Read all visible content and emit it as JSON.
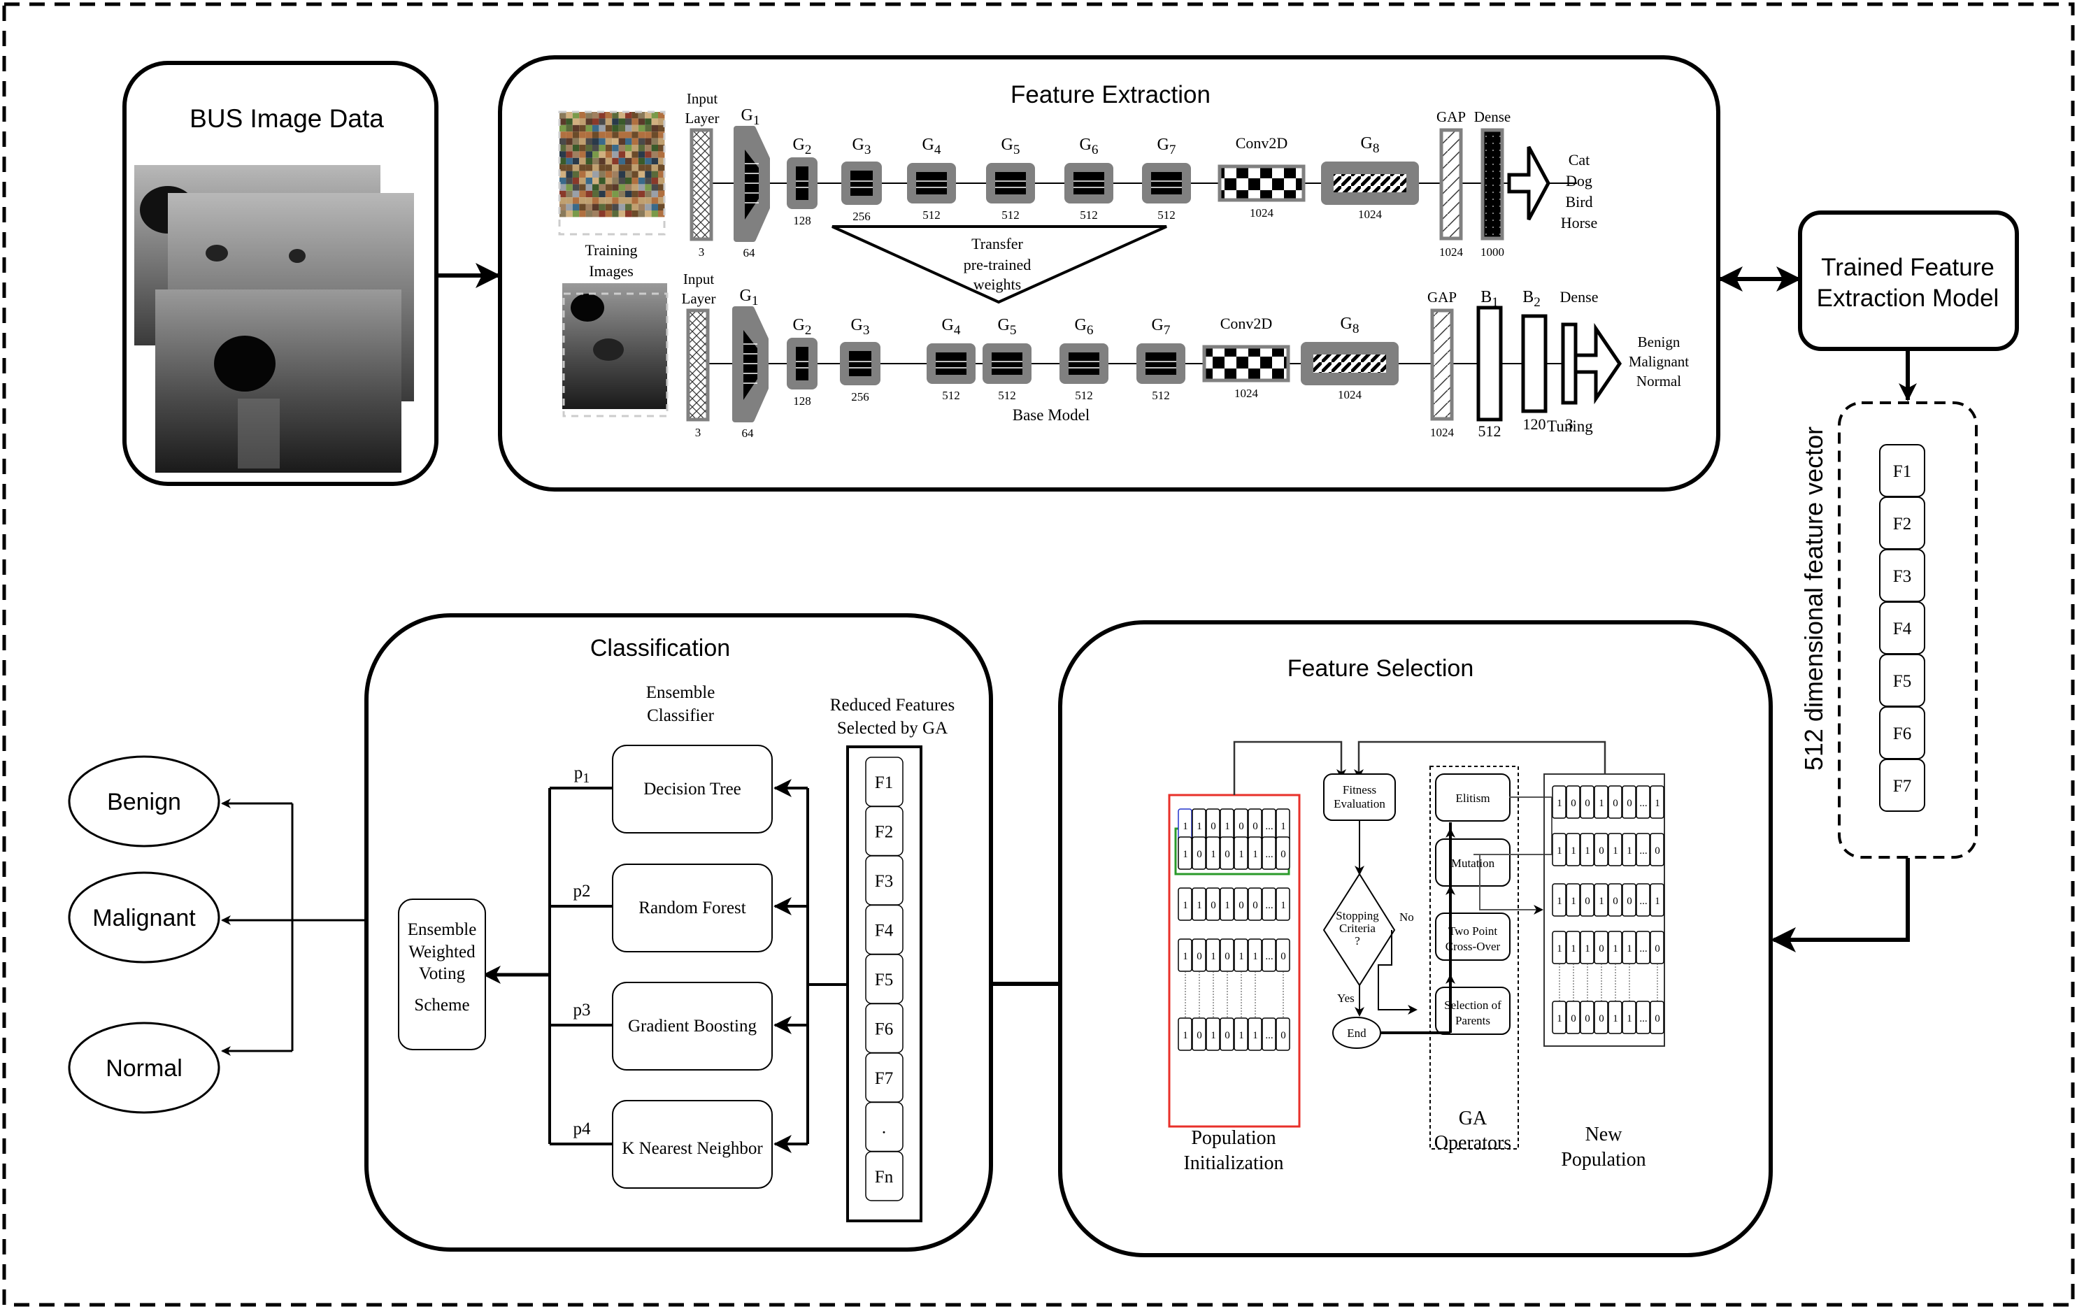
{
  "frame": {
    "style": "dashed-border"
  },
  "bus_block": {
    "title": "BUS Image Data",
    "image_alt": "stack of breast ultrasound images"
  },
  "feature_extraction": {
    "title": "Feature Extraction",
    "training_images_label": [
      "Training",
      "Images"
    ],
    "transfer_label": [
      "Transfer",
      "pre-trained",
      "weights"
    ],
    "base_model_label": "Base Model",
    "tuning_label": "Tuning",
    "top_row": {
      "input_label": [
        "Input",
        "Layer"
      ],
      "layers": [
        {
          "name": "G",
          "sub": "1",
          "size": "64"
        },
        {
          "name": "G",
          "sub": "2",
          "size": "128"
        },
        {
          "name": "G",
          "sub": "3",
          "size": "256"
        },
        {
          "name": "G",
          "sub": "4",
          "size": "512"
        },
        {
          "name": "G",
          "sub": "5",
          "size": "512"
        },
        {
          "name": "G",
          "sub": "6",
          "size": "512"
        },
        {
          "name": "G",
          "sub": "7",
          "size": "512"
        }
      ],
      "input_size": "3",
      "conv": {
        "name": "Conv2D",
        "size": "1024"
      },
      "g8": {
        "name": "G",
        "sub": "8",
        "size": "1024"
      },
      "gap": {
        "name": "GAP",
        "size": "1024"
      },
      "dense": {
        "name": "Dense",
        "size": "1000"
      },
      "outputs": [
        "Cat",
        "Dog",
        "Bird",
        "Horse"
      ]
    },
    "bottom_row": {
      "input_label": [
        "Input",
        "Layer"
      ],
      "layers": [
        {
          "name": "G",
          "sub": "1",
          "size": "64"
        },
        {
          "name": "G",
          "sub": "2",
          "size": "128"
        },
        {
          "name": "G",
          "sub": "3",
          "size": "256"
        },
        {
          "name": "G",
          "sub": "4",
          "size": "512"
        },
        {
          "name": "G",
          "sub": "5",
          "size": "512"
        },
        {
          "name": "G",
          "sub": "6",
          "size": "512"
        },
        {
          "name": "G",
          "sub": "7",
          "size": "512"
        }
      ],
      "input_size": "3",
      "conv": {
        "name": "Conv2D",
        "size": "1024"
      },
      "g8": {
        "name": "G",
        "sub": "8",
        "size": "1024"
      },
      "gap": {
        "name": "GAP",
        "size": "1024"
      },
      "b1": {
        "name": "B",
        "sub": "1",
        "size": "512"
      },
      "b2": {
        "name": "B",
        "sub": "2",
        "size": "120"
      },
      "dense": {
        "name": "Dense",
        "size": "3"
      },
      "outputs": [
        "Benign",
        "Malignant",
        "Normal"
      ]
    }
  },
  "trained_model": {
    "label": [
      "Trained Feature",
      "Extraction Model"
    ]
  },
  "feature_vector": {
    "label": "512 dimensional feature vector",
    "items": [
      "F1",
      "F2",
      "F3",
      "F4",
      "F5",
      "F6",
      "F7"
    ]
  },
  "feature_selection": {
    "title": "Feature Selection",
    "population_init_label": [
      "Population",
      "Initialization"
    ],
    "population_rows": [
      [
        "1",
        "1",
        "0",
        "1",
        "0",
        "0",
        "...",
        "1"
      ],
      [
        "1",
        "0",
        "1",
        "0",
        "1",
        "1",
        "...",
        "0"
      ],
      [
        "1",
        "1",
        "0",
        "1",
        "0",
        "0",
        "...",
        "1"
      ],
      [
        "1",
        "0",
        "1",
        "0",
        "1",
        "1",
        "...",
        "0"
      ],
      [
        "1",
        "0",
        "1",
        "0",
        "1",
        "1",
        "...",
        "0"
      ]
    ],
    "fitness_label": [
      "Fitness",
      "Evaluation"
    ],
    "stopping_label": [
      "Stopping",
      "Criteria",
      "?"
    ],
    "yes_label": "Yes",
    "no_label": "No",
    "end_label": "End",
    "ga_operators_label": [
      "GA",
      "Operators"
    ],
    "operators": [
      {
        "label": [
          "Elitism"
        ]
      },
      {
        "label": [
          "Mutation"
        ]
      },
      {
        "label": [
          "Two Point",
          "Cross-Over"
        ]
      },
      {
        "label": [
          "Selection of",
          "Parents"
        ]
      }
    ],
    "new_population_label": [
      "New",
      "Population"
    ],
    "new_population_rows": [
      [
        "1",
        "0",
        "0",
        "1",
        "0",
        "0",
        "...",
        "1"
      ],
      [
        "1",
        "1",
        "1",
        "0",
        "1",
        "1",
        "...",
        "0"
      ],
      [
        "1",
        "1",
        "0",
        "1",
        "0",
        "0",
        "...",
        "1"
      ],
      [
        "1",
        "1",
        "1",
        "0",
        "1",
        "1",
        "...",
        "0"
      ],
      [
        "1",
        "0",
        "0",
        "0",
        "1",
        "1",
        "...",
        "0"
      ]
    ],
    "highlight_colors": {
      "population_border": "#e8302a",
      "selected_row": "#2a9a2a",
      "selected_gene": "#2233cc"
    }
  },
  "classification": {
    "title": "Classification",
    "ensemble_classifier_label": [
      "Ensemble",
      "Classifier"
    ],
    "reduced_features_label": [
      "Reduced Features",
      "Selected by GA"
    ],
    "reduced_features": [
      "F1",
      "F2",
      "F3",
      "F4",
      "F5",
      "F6",
      "F7",
      ".",
      "Fn"
    ],
    "classifiers": [
      {
        "name": "Decision Tree",
        "weight": "p",
        "weight_sub": "1"
      },
      {
        "name": "Random Forest",
        "weight": "p2",
        "weight_sub": ""
      },
      {
        "name": "Gradient Boosting",
        "weight": "p3",
        "weight_sub": ""
      },
      {
        "name": "K Nearest Neighbor",
        "weight": "p4",
        "weight_sub": ""
      }
    ],
    "voting_label": [
      "Ensemble",
      "Weighted",
      "Voting",
      "Scheme"
    ]
  },
  "outputs": [
    "Benign",
    "Malignant",
    "Normal"
  ]
}
